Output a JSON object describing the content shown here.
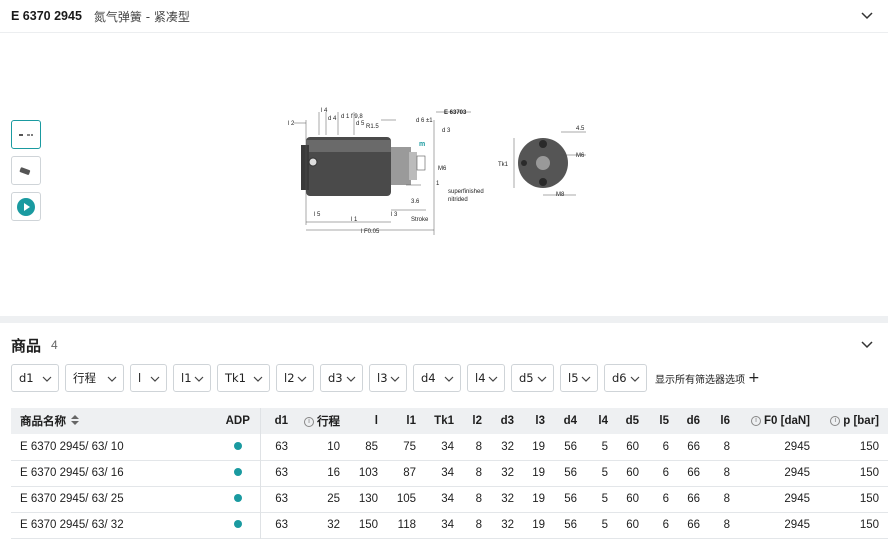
{
  "header": {
    "code": "E 6370 2945",
    "subtitle": "氮气弹簧 - 紧凑型"
  },
  "drawing_labels": {
    "l2": "l 2",
    "l4": "l 4",
    "d4": "d 4",
    "d1": "d 1 f 9,8",
    "d5": "d 5",
    "r15": "R1.5",
    "d6": "d 6 ±1",
    "e63703": "E 63703",
    "d3": "d 3",
    "m6": "M6",
    "tk1": "Tk1",
    "l1line": "1",
    "s36": "3.6",
    "superfinished": "superfinished",
    "nitrided": "nitrided",
    "l5": "l 5",
    "l1": "l 1",
    "l3": "l 3",
    "stroke": "Stroke",
    "ltotal": "l F0.05",
    "r45": "4.5",
    "m6b": "M6",
    "m8": "M8"
  },
  "products": {
    "title": "商品",
    "count": "4",
    "filters": [
      "d1",
      "行程",
      "l",
      "l1",
      "Tk1",
      "l2",
      "d3",
      "l3",
      "d4",
      "l4",
      "d5",
      "l5",
      "d6"
    ],
    "show_all": "显示所有筛选器选项",
    "columns": {
      "name": "商品名称",
      "adp": "ADP",
      "d1": "d1",
      "stroke": "行程",
      "l": "l",
      "l1": "l1",
      "tk1": "Tk1",
      "l2": "l2",
      "d3": "d3",
      "l3": "l3",
      "d4": "d4",
      "l4": "l4",
      "d5": "d5",
      "l5": "l5",
      "d6": "d6",
      "l6": "l6",
      "f0": "F0 [daN]",
      "p": "p [bar]"
    },
    "rows": [
      {
        "name": "E 6370 2945/ 63/ 10",
        "d1": "63",
        "stroke": "10",
        "l": "85",
        "l1": "75",
        "tk1": "34",
        "l2": "8",
        "d3": "32",
        "l3": "19",
        "d4": "56",
        "l4": "5",
        "d5": "60",
        "l5": "6",
        "d6": "66",
        "l6": "8",
        "f0": "2945",
        "p": "150"
      },
      {
        "name": "E 6370 2945/ 63/ 16",
        "d1": "63",
        "stroke": "16",
        "l": "103",
        "l1": "87",
        "tk1": "34",
        "l2": "8",
        "d3": "32",
        "l3": "19",
        "d4": "56",
        "l4": "5",
        "d5": "60",
        "l5": "6",
        "d6": "66",
        "l6": "8",
        "f0": "2945",
        "p": "150"
      },
      {
        "name": "E 6370 2945/ 63/ 25",
        "d1": "63",
        "stroke": "25",
        "l": "130",
        "l1": "105",
        "tk1": "34",
        "l2": "8",
        "d3": "32",
        "l3": "19",
        "d4": "56",
        "l4": "5",
        "d5": "60",
        "l5": "6",
        "d6": "66",
        "l6": "8",
        "f0": "2945",
        "p": "150"
      },
      {
        "name": "E 6370 2945/ 63/ 32",
        "d1": "63",
        "stroke": "32",
        "l": "150",
        "l1": "118",
        "tk1": "34",
        "l2": "8",
        "d3": "32",
        "l3": "19",
        "d4": "56",
        "l4": "5",
        "d5": "60",
        "l5": "6",
        "d6": "66",
        "l6": "8",
        "f0": "2945",
        "p": "150"
      }
    ]
  },
  "colors": {
    "accent": "#1a9aa0",
    "header_bg": "#eef0f2"
  }
}
